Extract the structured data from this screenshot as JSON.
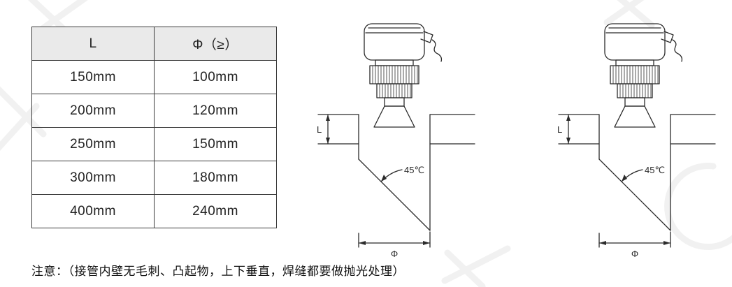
{
  "table": {
    "headers": [
      "L",
      "Φ（≥）"
    ],
    "rows": [
      [
        "150mm",
        "100mm"
      ],
      [
        "200mm",
        "120mm"
      ],
      [
        "250mm",
        "150mm"
      ],
      [
        "300mm",
        "180mm"
      ],
      [
        "400mm",
        "240mm"
      ]
    ]
  },
  "diagram": {
    "l_label": "L",
    "phi_label": "Φ",
    "angle_label": "45℃"
  },
  "note": "注意：（接管内壁无毛刺、凸起物，上下垂直，焊缝都要做抛光处理）",
  "colors": {
    "line": "#2b2b2b",
    "table_border": "#3a3a3a",
    "table_header_bg": "#eaeaea",
    "watermark": "#f1f1f1",
    "background": "#ffffff"
  }
}
